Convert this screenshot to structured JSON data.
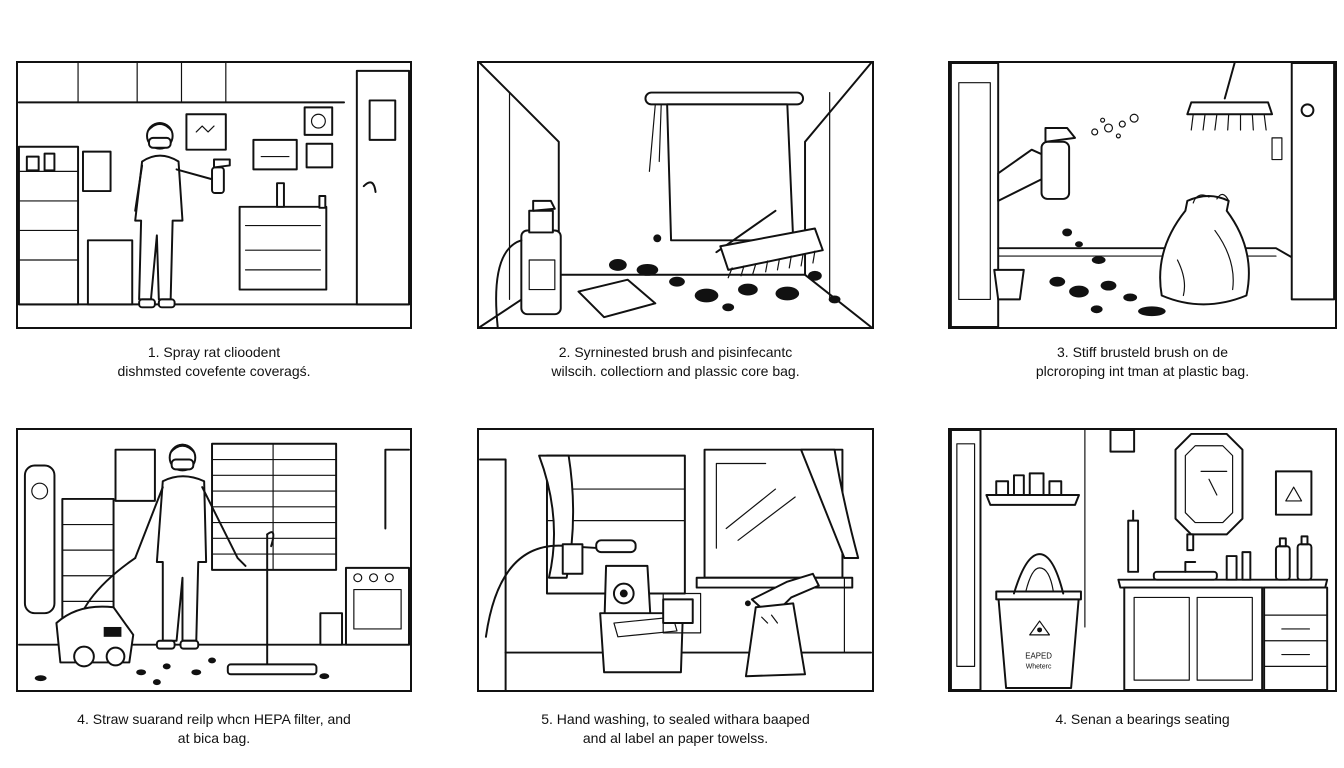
{
  "panels": [
    {
      "caption_line1": "1. Spray rat clioodent",
      "caption_line2": "dishmsted covefente coveragś."
    },
    {
      "caption_line1": "2. Syrninested brush and pisinfecantc",
      "caption_line2": "wilscih. collectiorn and plassic core bag."
    },
    {
      "caption_line1": "3. Stiff brusteld brush on de",
      "caption_line2": "plcroroping int tman at plastic bag."
    },
    {
      "caption_line1": "4. Straw suarand reilp whcn HEPA filter, and",
      "caption_line2": "at bica bag."
    },
    {
      "caption_line1": "5. Hand washing, to sealed withara baaped",
      "caption_line2": "and al label an paper towelss."
    },
    {
      "caption_line1": "4. Senan a bearings seating",
      "caption_line2": ""
    }
  ],
  "text_in_illustrations": {
    "bin_label_line1": "EAPED",
    "bin_label_line2": "Wheterc"
  }
}
